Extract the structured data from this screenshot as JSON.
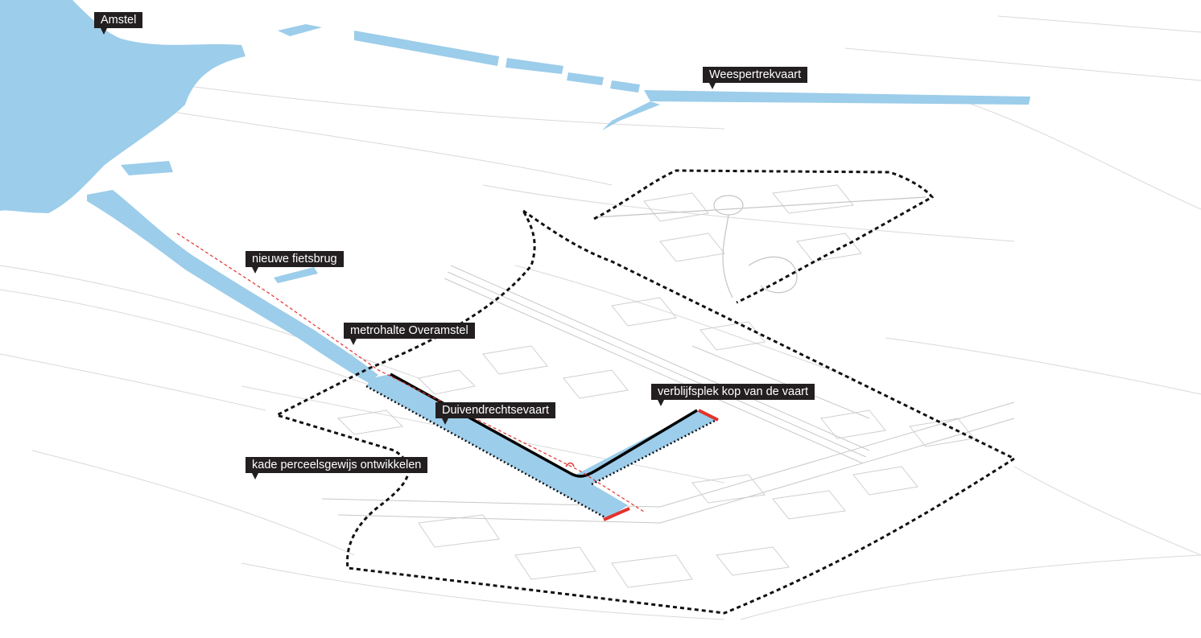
{
  "labels": {
    "amstel": "Amstel",
    "weespertrekvaart": "Weespertrekvaart",
    "nieuwe_fietsbrug": "nieuwe fietsbrug",
    "metrohalte": "metrohalte  Overamstel",
    "duivendrechtsevaart": "Duivendrechtsevaart",
    "verblijfsplek": "verblijfsplek kop van de vaart",
    "kade": "kade perceelsgewijs ontwikkelen"
  },
  "colors": {
    "water": "#9ccdea",
    "callout_bg": "#231f20",
    "callout_text": "#ffffff",
    "route": "#e4322b",
    "boundary": "#111111",
    "basemap": "#d6d6d6"
  }
}
